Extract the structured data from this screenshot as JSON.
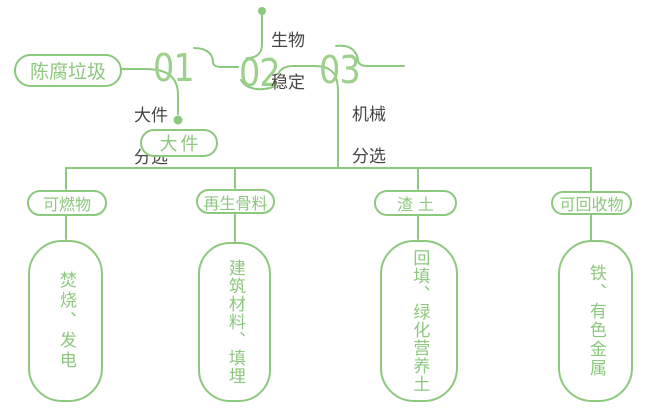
{
  "palette": {
    "line_green": "#8cc87d",
    "number_green": "#9bd18a",
    "dark_text": "#454545",
    "background": "#ffffff"
  },
  "flow": {
    "source_label": "陈腐垃圾",
    "step_numbers": [
      "01",
      "02",
      "03"
    ],
    "annotations": {
      "bulky_sorting": {
        "line1": "大件",
        "line2": "分选"
      },
      "bio_stabilization": {
        "line1": "生物",
        "line2": "稳定"
      },
      "mechanical_sorting": {
        "line1": "机械",
        "line2": "分选"
      }
    },
    "bulky_label": "大件"
  },
  "outputs": [
    {
      "category": "可燃物",
      "result": "焚烧、发电"
    },
    {
      "category": "再生骨料",
      "result": "建筑材料、填埋"
    },
    {
      "category": "渣土",
      "result": "回填、绿化营养土"
    },
    {
      "category": "可回收物",
      "result": "铁、有色金属"
    }
  ]
}
